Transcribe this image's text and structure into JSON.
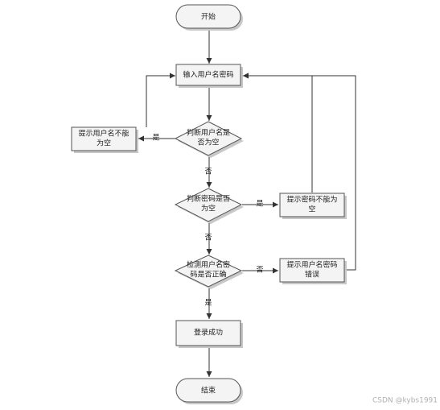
{
  "flowchart": {
    "start": "开始",
    "input_credentials": "输入用户名密码",
    "check_username_empty": [
      "判断用户名是",
      "否为空"
    ],
    "prompt_username_empty": [
      "提示用户名不能",
      "为空"
    ],
    "check_password_empty": [
      "判断密码是否",
      "为空"
    ],
    "prompt_password_empty": [
      "提示密码不能为",
      "空"
    ],
    "check_credentials_correct": [
      "检测用户名密",
      "码是否正确"
    ],
    "prompt_credentials_wrong": [
      "提示用户名密码",
      "错误"
    ],
    "login_success": "登录成功",
    "end": "结束",
    "edge_yes": "是",
    "edge_no": "否"
  },
  "watermark": "CSDN @kybs1991"
}
